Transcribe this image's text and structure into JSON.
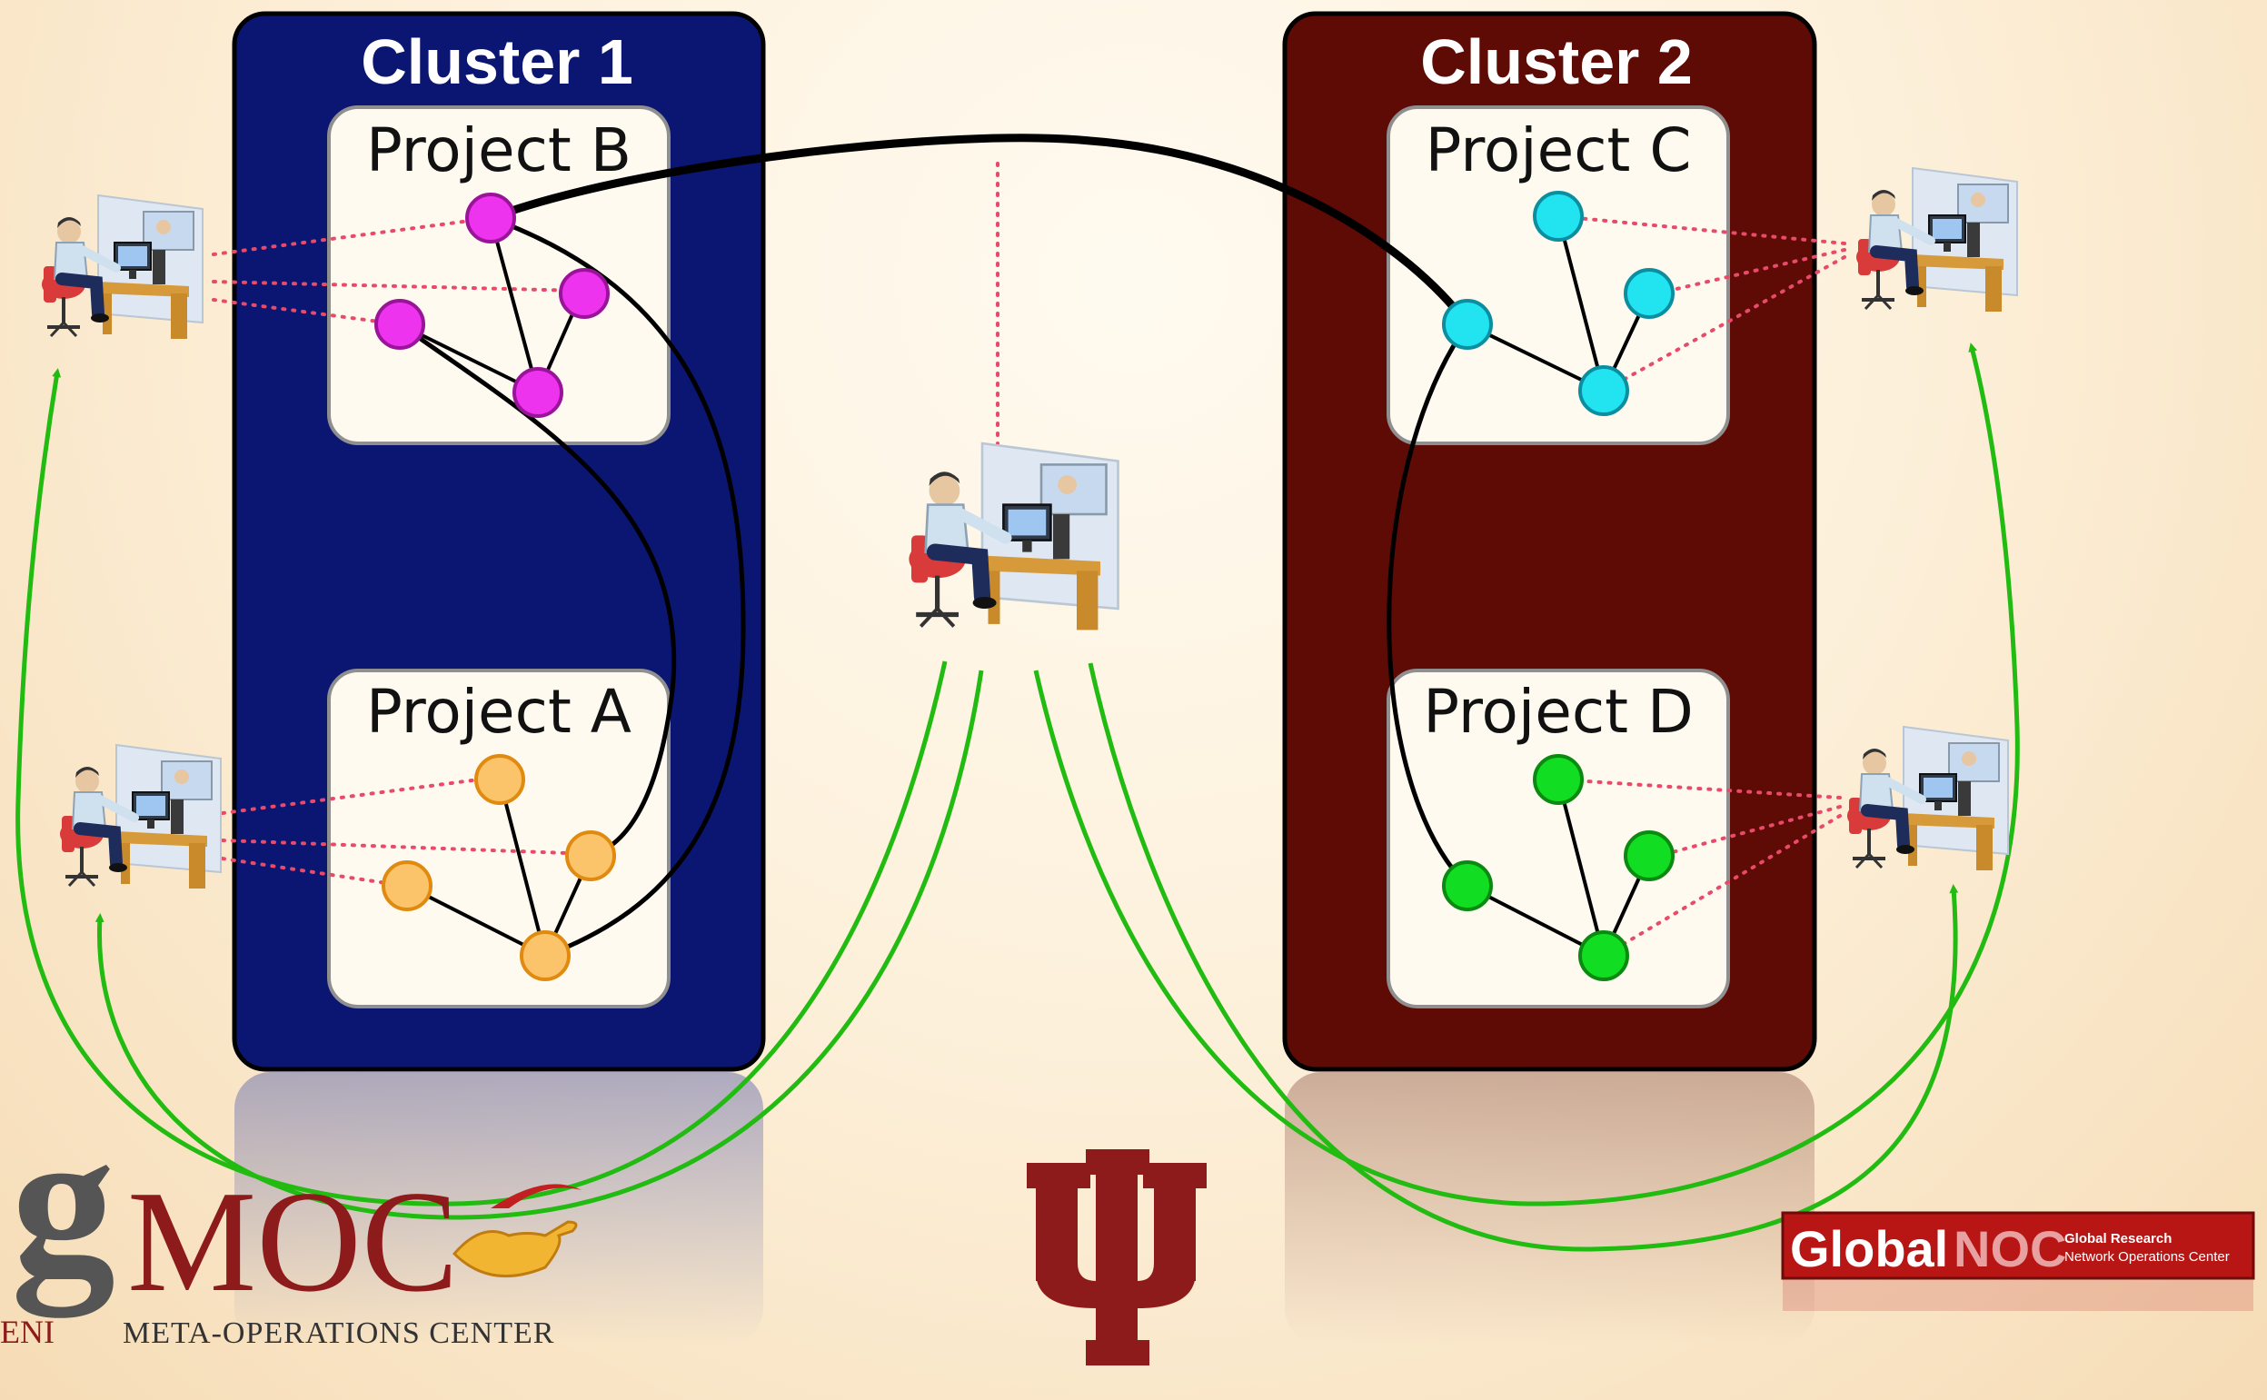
{
  "clusters": [
    {
      "title": "Cluster 1",
      "color": "#0b1572",
      "projects": [
        {
          "title": "Project B",
          "node_color": "#ee33ee",
          "node_stroke": "#9a1499"
        },
        {
          "title": "Project A",
          "node_color": "#fbc46a",
          "node_stroke": "#e08a10"
        }
      ]
    },
    {
      "title": "Cluster 2",
      "color": "#5e0a05",
      "projects": [
        {
          "title": "Project C",
          "node_color": "#22e4f0",
          "node_stroke": "#0a8ea0"
        },
        {
          "title": "Project D",
          "node_color": "#11dd22",
          "node_stroke": "#0a8a10"
        }
      ]
    }
  ],
  "colors": {
    "inter_project_links": "#000000",
    "user_assignment_arrows": "#22bb11",
    "user_access_lines": "#e84a6a"
  },
  "logos": {
    "gmoc": {
      "mark": "g",
      "name": "MOC",
      "prefix": "ENI",
      "subtitle": "META-OPERATIONS CENTER",
      "color": "#8e1b1b"
    },
    "iu": {
      "mark": "IU trident",
      "color": "#8e1b1b"
    },
    "globalnoc": {
      "word1": "Global",
      "word2": "NOC",
      "tag1": "Global Research",
      "tag2": "Network Operations Center",
      "color": "#b81515"
    }
  }
}
